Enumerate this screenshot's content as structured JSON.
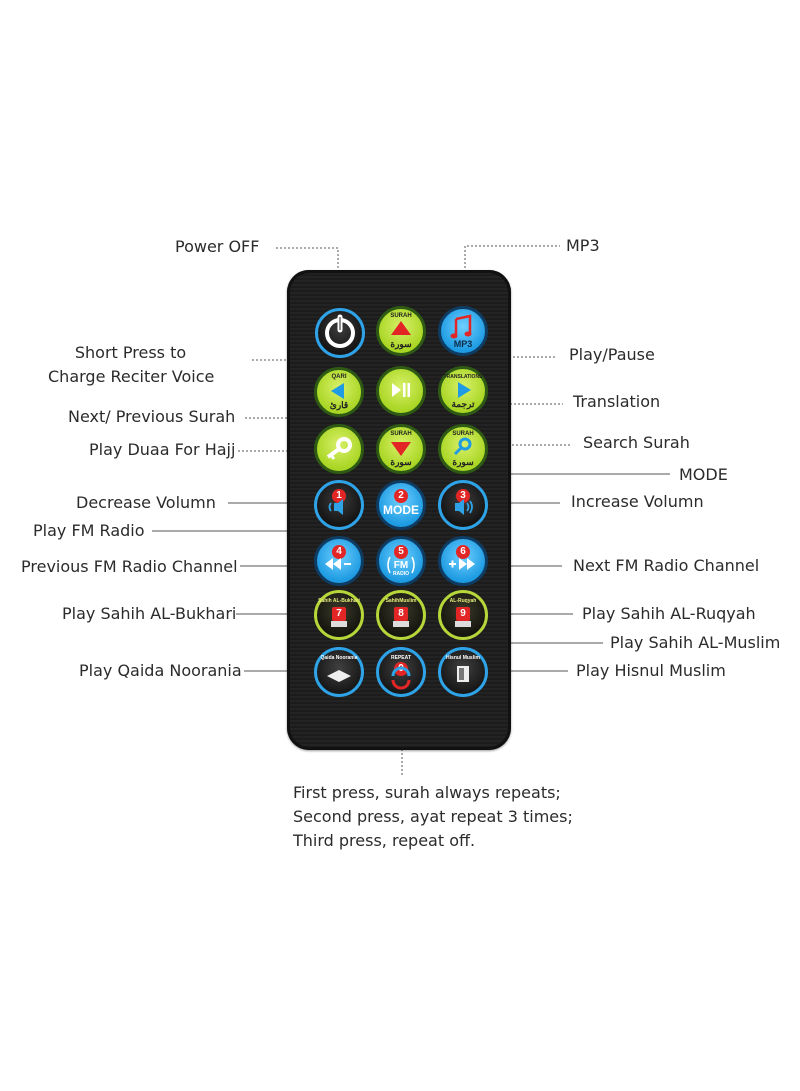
{
  "labels": {
    "power_off": "Power OFF",
    "mp3": "MP3",
    "short_press_line1": "Short Press to",
    "short_press_line2": "Charge Reciter Voice",
    "play_pause": "Play/Pause",
    "translation": "Translation",
    "next_prev_surah": "Next/ Previous Surah",
    "play_duaa": "Play Duaa For Hajj",
    "search_surah": "Search Surah",
    "mode": "MODE",
    "decrease_volume": "Decrease Volumn",
    "increase_volume": "Increase Volumn",
    "play_fm_radio": "Play FM Radio",
    "prev_fm_channel": "Previous FM Radio Channel",
    "next_fm_channel": "Next FM Radio Channel",
    "play_bukhari": "Play Sahih AL-Bukhari",
    "play_ruqyah": "Play Sahih AL-Ruqyah",
    "play_muslim": "Play Sahih AL-Muslim",
    "play_qaida": "Play Qaida Noorania",
    "play_hisnul": "Play Hisnul Muslim"
  },
  "bottom_note": {
    "line1": "First press, surah always repeats;",
    "line2": "Second press, ayat repeat 3 times;",
    "line3": "Third press, repeat off."
  },
  "buttons": {
    "surah_top": "SURAH",
    "surah_ar": "سورة",
    "mp3": "MP3",
    "qari": "QARI",
    "qari_ar": "قارئ",
    "translations": "TRANSLATIONS",
    "translations_ar": "ترجمة",
    "mode": "MODE",
    "fm": "FM",
    "radio": "RADIO",
    "n1": "1",
    "n2": "2",
    "n3": "3",
    "n4": "4",
    "n5": "5",
    "n6": "6",
    "n7": "7",
    "n8": "8",
    "n9": "9",
    "n0": "0",
    "sahih_bukhari": "Sahih AL-Bukhari",
    "sahih_muslim": "SahihMuslim",
    "al_ruqyah": "AL-Ruqyah",
    "qaida_noorania": "Qaida Noorania",
    "repeat": "REPEAT",
    "hisnul_muslim": "Hisnul Muslim"
  },
  "colors": {
    "remote_body": "#1c1c1c",
    "button_green": "#a9d624",
    "button_blue": "#1e9be2",
    "button_red_symbol": "#e22626",
    "leader_line": "#555555"
  }
}
